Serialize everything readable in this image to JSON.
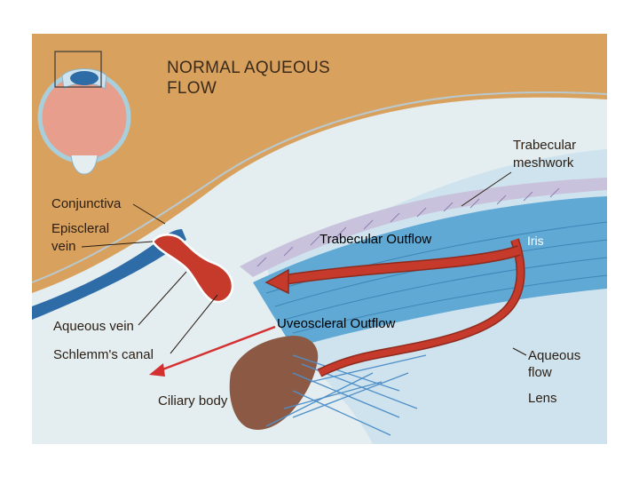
{
  "title": {
    "line1": "NORMAL AQUEOUS",
    "line2": "FLOW"
  },
  "labels": {
    "trabecular_meshwork_1": "Trabecular",
    "trabecular_meshwork_2": "meshwork",
    "conjunctiva": "Conjunctiva",
    "episcleral_1": "Episcleral",
    "episcleral_2": "vein",
    "iris": "Iris",
    "aqueous_vein": "Aqueous vein",
    "schlemms_canal": "Schlemm's canal",
    "ciliary_body": "Ciliary body",
    "aqueous_flow_1": "Aqueous",
    "aqueous_flow_2": "flow",
    "lens": "Lens"
  },
  "annotations": {
    "trabecular_outflow": "Trabecular Outflow",
    "uveoscleral_outflow": "Uveoscleral Outflow"
  },
  "colors": {
    "background_orange": "#D9A15E",
    "sclera_light": "#E4EEF1",
    "lens_blue": "#CFE3EE",
    "iris_blue": "#5FA9D4",
    "flow_red": "#C53A2A",
    "ciliary_brown": "#8C5A44",
    "outflow_arrow": "#D43030"
  }
}
